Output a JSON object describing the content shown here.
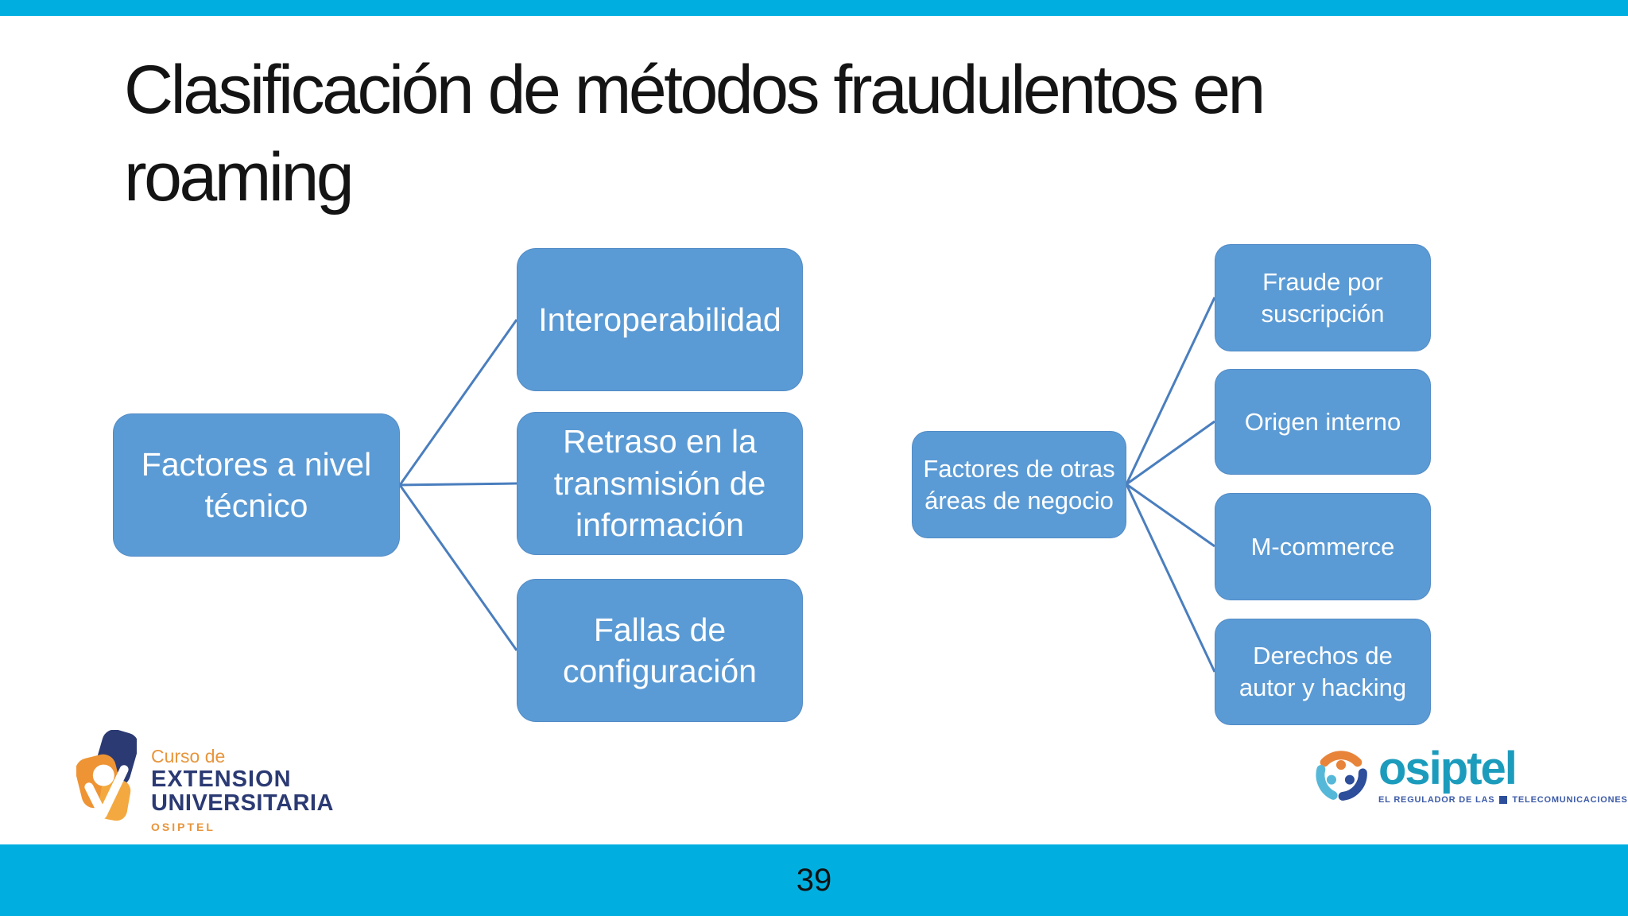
{
  "slide": {
    "title_lines": [
      "Clasificación de métodos fraudulentos en",
      "roaming"
    ],
    "page_number": "39"
  },
  "colors": {
    "accent_bar_cyan": "#00AFE0",
    "node_fill_blue": "#5B9BD5",
    "node_text": "#FFFFFF",
    "connector_blue": "#4A7EBE",
    "title_text": "#141414",
    "logo_orange": "#E8953C",
    "logo_navy": "#2B3A73",
    "osiptel_teal": "#1C9CBD",
    "osiptel_tagline_blue": "#3D5BA8"
  },
  "diagram": {
    "left_tree": {
      "parent": "Factores a nivel técnico",
      "children": [
        "Interoperabilidad",
        "Retraso en la transmisión de información",
        "Fallas de configuración"
      ]
    },
    "right_tree": {
      "parent": "Factores de otras áreas de negocio",
      "children": [
        "Fraude por suscripción",
        "Origen interno",
        "M-commerce",
        "Derechos de autor y hacking"
      ]
    }
  },
  "footer_left_logo": {
    "line1": "Curso de",
    "line2": "EXTENSION",
    "line3": "UNIVERSITARIA",
    "line4": "OSIPTEL"
  },
  "footer_right_logo": {
    "wordmark": "osiptel",
    "tagline_left": "EL REGULADOR DE LAS",
    "tagline_right": "TELECOMUNICACIONES"
  }
}
